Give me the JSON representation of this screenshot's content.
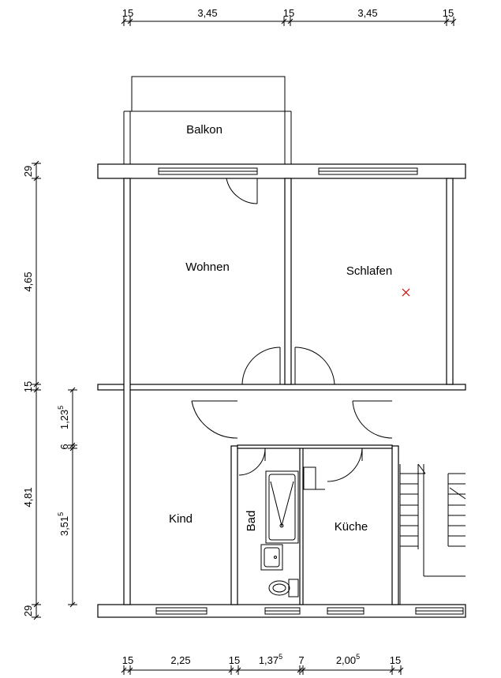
{
  "rooms": {
    "balkon": "Balkon",
    "wohnen": "Wohnen",
    "schlafen": "Schlafen",
    "kind": "Kind",
    "bad": "Bad",
    "kueche": "Küche"
  },
  "dims_top": [
    "15",
    "3,45",
    "15",
    "3,45",
    "15"
  ],
  "dims_bottom": {
    "d1": "15",
    "d2": "2,25",
    "d3": "15",
    "d4_main": "1,37",
    "d4_sup": "5",
    "d5": "7",
    "d6_main": "2,00",
    "d6_sup": "5",
    "d7": "15"
  },
  "dims_left_outer": [
    "29",
    "4,65",
    "15",
    "4,81",
    "29"
  ],
  "dims_left_inner": {
    "a_main": "1,23",
    "a_sup": "5",
    "b": "6",
    "c_main": "3,51",
    "c_sup": "5"
  },
  "marker": {
    "color": "#d00000"
  }
}
